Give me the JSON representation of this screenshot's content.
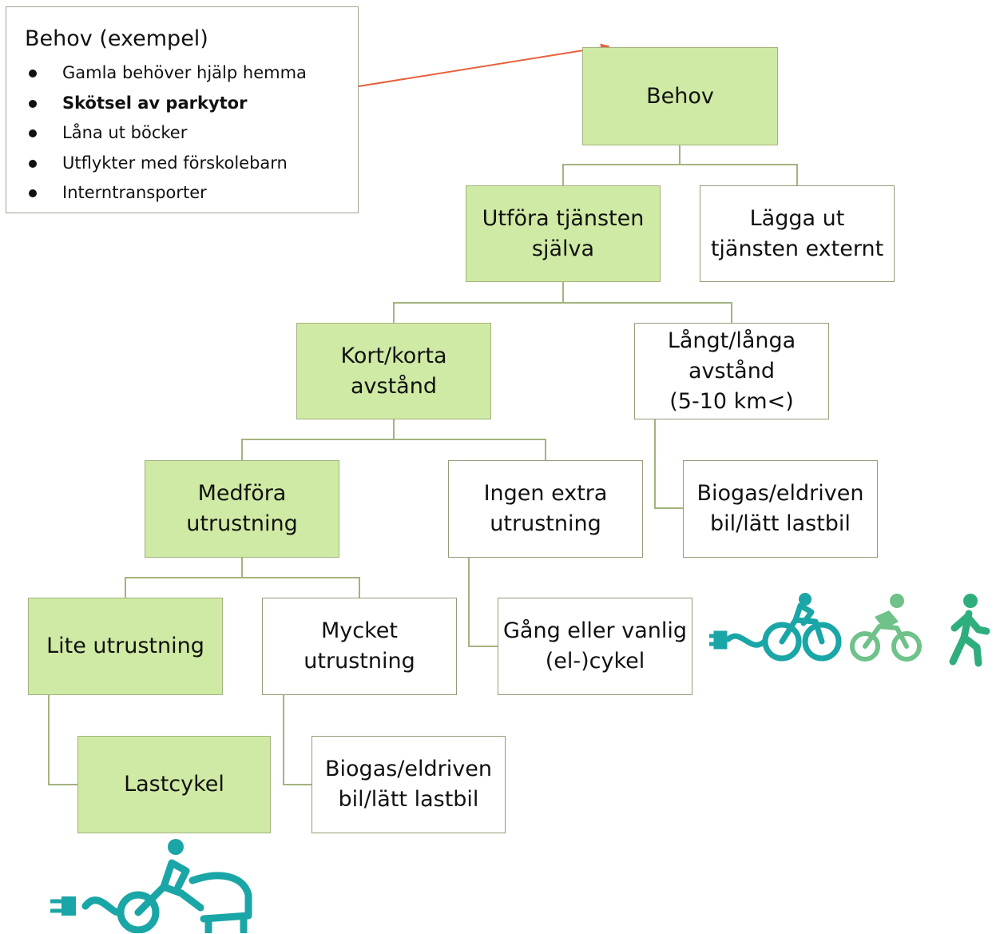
{
  "legend": {
    "title": "Behov (exempel)",
    "items": [
      {
        "label": "Gamla behöver hjälp hemma",
        "bold": false
      },
      {
        "label": "Skötsel av parkytor",
        "bold": true
      },
      {
        "label": "Låna ut böcker",
        "bold": false
      },
      {
        "label": "Utflykter med förskolebarn",
        "bold": false
      },
      {
        "label": "Interntransporter",
        "bold": false
      }
    ]
  },
  "nodes": {
    "behov": "Behov",
    "utfora": "Utföra tjänsten\nsjälva",
    "lagga_ut": "Lägga ut\ntjänsten externt",
    "kort": "Kort/korta\navstånd",
    "langt": "Långt/långa\navstånd\n(5-10 km<)",
    "medfora": "Medföra\nutrustning",
    "ingen_extra": "Ingen extra\nutrustning",
    "biogas_langt": "Biogas/eldriven\nbil/lätt lastbil",
    "lite": "Lite utrustning",
    "mycket": "Mycket\nutrustning",
    "gang": "Gång eller vanlig\n(el-)cykel",
    "lastcykel": "Lastcykel",
    "biogas_mycket": "Biogas/eldriven\nbil/lätt lastbil"
  },
  "colors": {
    "highlight_fill": "#cfeaa4",
    "connector": "#a3b37e",
    "arrow": "#e8603c",
    "icon_teal": "#1aa6a6",
    "icon_light_green": "#6fc28a",
    "icon_green": "#2fae7d"
  },
  "icons": [
    "electric-bike-icon",
    "bicycle-icon",
    "pedestrian-icon",
    "electric-cargo-bike-icon"
  ]
}
